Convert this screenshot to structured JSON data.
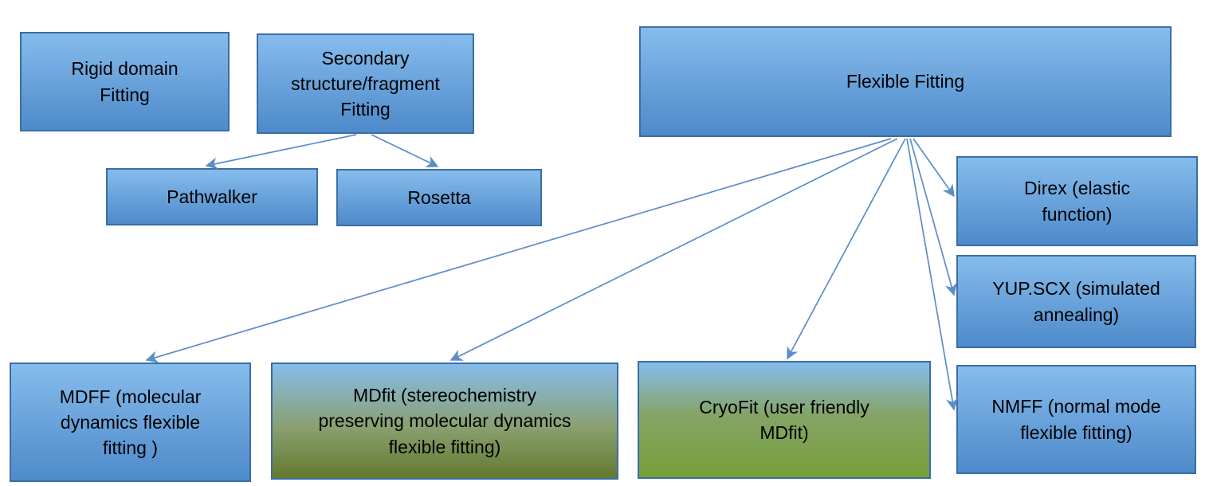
{
  "diagram": {
    "nodes": [
      {
        "id": "rigid-domain-fitting",
        "label": "Rigid domain\nFitting"
      },
      {
        "id": "secondary-structure-fragment-fitting",
        "label": "Secondary\nstructure/fragment\nFitting"
      },
      {
        "id": "flexible-fitting",
        "label": "Flexible Fitting"
      },
      {
        "id": "pathwalker",
        "label": "Pathwalker"
      },
      {
        "id": "rosetta",
        "label": "Rosetta"
      },
      {
        "id": "direx",
        "label": "Direx (elastic\nfunction)"
      },
      {
        "id": "yup-scx",
        "label": "YUP.SCX (simulated\nannealing)"
      },
      {
        "id": "nmff",
        "label": "NMFF (normal mode\nflexible fitting)"
      },
      {
        "id": "mdff",
        "label": "MDFF (molecular\ndynamics flexible\nfitting )"
      },
      {
        "id": "mdfit",
        "label": "MDfit (stereochemistry\npreserving molecular dynamics\nflexible fitting)"
      },
      {
        "id": "cryofit",
        "label": "CryoFit (user friendly\nMDfit)"
      }
    ],
    "edges": [
      {
        "from": "secondary-structure-fragment-fitting",
        "to": "pathwalker"
      },
      {
        "from": "secondary-structure-fragment-fitting",
        "to": "rosetta"
      },
      {
        "from": "flexible-fitting",
        "to": "mdff"
      },
      {
        "from": "flexible-fitting",
        "to": "mdfit"
      },
      {
        "from": "flexible-fitting",
        "to": "cryofit"
      },
      {
        "from": "flexible-fitting",
        "to": "direx"
      },
      {
        "from": "flexible-fitting",
        "to": "yup-scx"
      },
      {
        "from": "flexible-fitting",
        "to": "nmff"
      }
    ]
  },
  "colors": {
    "background": "#FFFFFF",
    "text": "#000000",
    "box_fill_top": "#86BCEC",
    "box_fill_bottom": "#4E8ACA",
    "box_border": "#3A6EA5",
    "green_mid": "#8AA070",
    "green_bottom": "#63792F",
    "cryofit_mid": "#85A468",
    "cryofit_bottom": "#76A039",
    "connector": "#5B8DC8"
  }
}
